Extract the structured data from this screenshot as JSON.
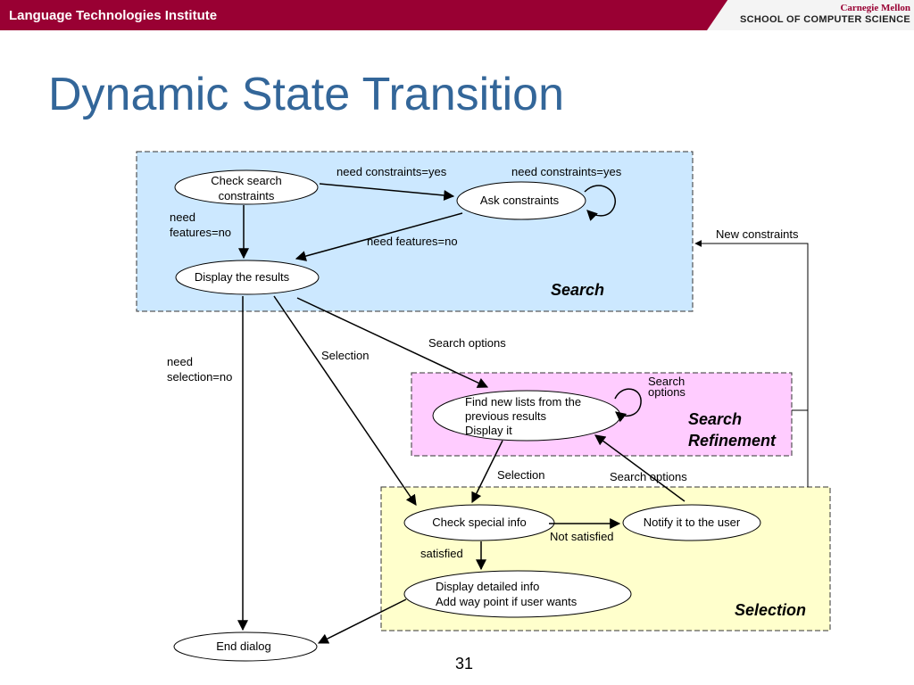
{
  "header": {
    "institute": "Language Technologies Institute",
    "cmu_name": "Carnegie Mellon",
    "school": "SCHOOL OF COMPUTER SCIENCE"
  },
  "slide": {
    "title": "Dynamic State Transition",
    "page_number": "31"
  },
  "colors": {
    "header_bg": "#990033",
    "title": "#336699",
    "search_region": "#cce8ff",
    "refinement_region": "#ffccff",
    "selection_region": "#ffffcc"
  },
  "regions": {
    "search": "Search",
    "refinement_line1": "Search",
    "refinement_line2": "Refinement",
    "selection": "Selection"
  },
  "nodes": {
    "check_search_constraints_line1": "Check search",
    "check_search_constraints_line2": "constraints",
    "ask_constraints": "Ask constraints",
    "display_results": "Display the results",
    "find_new_lists_line1": "Find new lists from the",
    "find_new_lists_line2": "previous results",
    "find_new_lists_line3": "Display it",
    "check_special_info": "Check special info",
    "notify_user": "Notify it to the user",
    "display_detailed_line1": "Display detailed info",
    "display_detailed_line2": "Add way point if user wants",
    "end_dialog": "End dialog"
  },
  "edges": {
    "need_constraints_yes_1": "need constraints=yes",
    "need_constraints_yes_2": "need constraints=yes",
    "need_features_no_left_line1": "need",
    "need_features_no_left_line2": "features=no",
    "need_features_no": "need features=no",
    "new_constraints": "New constraints",
    "need_selection_no_line1": "need",
    "need_selection_no_line2": "selection=no",
    "selection_1": "Selection",
    "search_options_1": "Search options",
    "search_options_self_line1": "Search",
    "search_options_self_line2": "options",
    "selection_2": "Selection",
    "search_options_2": "Search options",
    "not_satisfied": "Not satisfied",
    "satisfied": "satisfied"
  }
}
